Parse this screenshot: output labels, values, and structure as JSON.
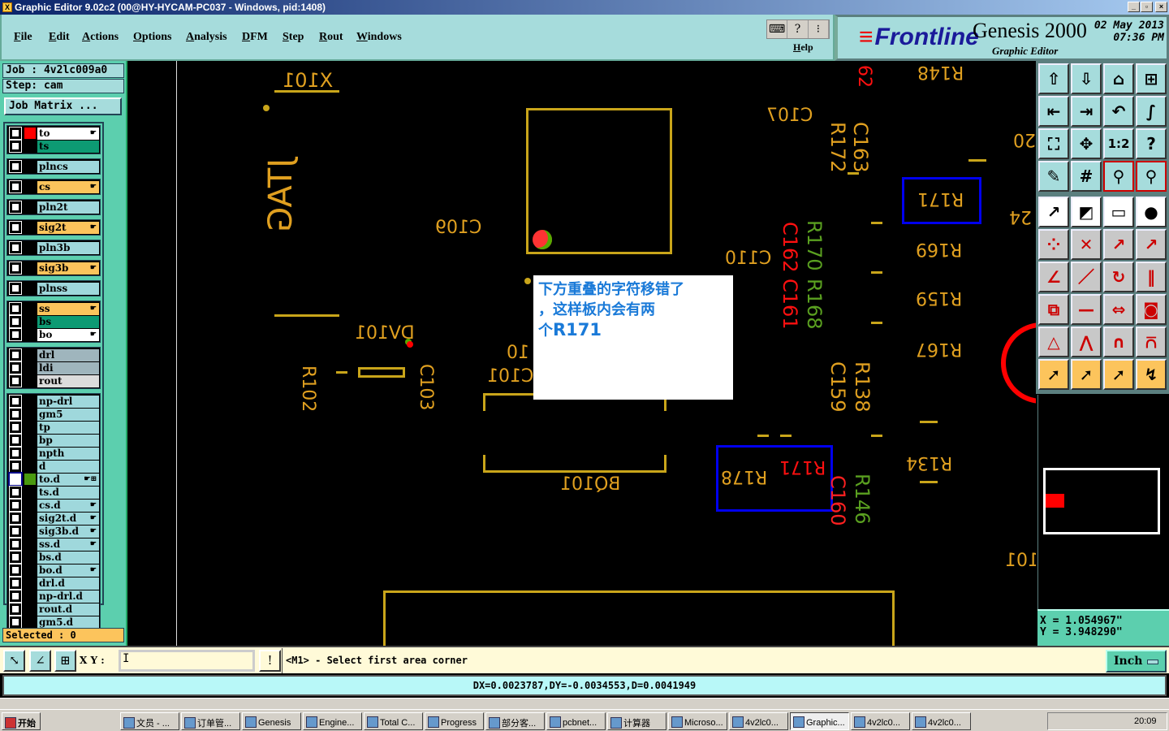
{
  "title": "Graphic Editor 9.02c2 (00@HY-HYCAM-PC037 - Windows, pid:1408)",
  "menu": [
    "File",
    "Edit",
    "Actions",
    "Options",
    "Analysis",
    "DFM",
    "Step",
    "Rout",
    "Windows"
  ],
  "help_label": "Help",
  "brand": {
    "logo": "Frontline",
    "product": "Genesis 2000",
    "subtitle": "Graphic Editor",
    "date": "02 May 2013",
    "time": "07:36 PM"
  },
  "job": {
    "job_label": "Job : 4v2lc009a0",
    "step_label": "Step: cam",
    "matrix_button": "Job Matrix ..."
  },
  "colors": {
    "white": "#ffffff",
    "green": "#0d9a73",
    "cyan": "#9fd8dc",
    "orange": "#fcc45c",
    "gray": "#9fb5bd",
    "lightgray": "#dcdcdc"
  },
  "layer_groups": [
    [
      {
        "name": "to",
        "color": "white",
        "hand": true,
        "swatch": "#ff0000"
      },
      {
        "name": "ts",
        "color": "green"
      }
    ],
    [
      {
        "name": "plncs",
        "color": "cyan"
      }
    ],
    [
      {
        "name": "cs",
        "color": "orange",
        "hand": true
      }
    ],
    [
      {
        "name": "pln2t",
        "color": "cyan"
      }
    ],
    [
      {
        "name": "sig2t",
        "color": "orange",
        "hand": true
      }
    ],
    [
      {
        "name": "pln3b",
        "color": "cyan"
      }
    ],
    [
      {
        "name": "sig3b",
        "color": "orange",
        "hand": true
      }
    ],
    [
      {
        "name": "plnss",
        "color": "cyan"
      }
    ],
    [
      {
        "name": "ss",
        "color": "orange",
        "hand": true
      },
      {
        "name": "bs",
        "color": "green"
      },
      {
        "name": "bo",
        "color": "white",
        "hand": true
      }
    ],
    [
      {
        "name": "drl",
        "color": "gray"
      },
      {
        "name": "ldi",
        "color": "gray"
      },
      {
        "name": "rout",
        "color": "lightgray"
      }
    ],
    [
      {
        "name": "np-drl",
        "color": "cyan"
      },
      {
        "name": "gm5",
        "color": "cyan"
      },
      {
        "name": "tp",
        "color": "cyan"
      },
      {
        "name": "bp",
        "color": "cyan"
      },
      {
        "name": "npth",
        "color": "cyan"
      },
      {
        "name": "d",
        "color": "cyan"
      },
      {
        "name": "to.d",
        "color": "cyan",
        "hand": true,
        "active": true,
        "swatch": "#4a9a10"
      },
      {
        "name": "ts.d",
        "color": "cyan"
      },
      {
        "name": "cs.d",
        "color": "cyan",
        "hand": true
      },
      {
        "name": "sig2t.d",
        "color": "cyan",
        "hand": true
      },
      {
        "name": "sig3b.d",
        "color": "cyan",
        "hand": true
      },
      {
        "name": "ss.d",
        "color": "cyan",
        "hand": true
      },
      {
        "name": "bs.d",
        "color": "cyan"
      },
      {
        "name": "bo.d",
        "color": "cyan",
        "hand": true
      },
      {
        "name": "drl.d",
        "color": "cyan"
      },
      {
        "name": "np-drl.d",
        "color": "cyan"
      },
      {
        "name": "rout.d",
        "color": "cyan"
      },
      {
        "name": "gm5.d",
        "color": "cyan"
      }
    ]
  ],
  "selected_label": "Selected : 0",
  "canvas_labels": [
    {
      "text": "X101",
      "color": "#e0a020"
    },
    {
      "text": "JTAG",
      "color": "#e0a020"
    },
    {
      "text": "C109",
      "color": "#e0a020"
    },
    {
      "text": "C107",
      "color": "#e0a020"
    },
    {
      "text": "C110",
      "color": "#e0a020"
    },
    {
      "text": "DV101",
      "color": "#e0a020"
    },
    {
      "text": "R102",
      "color": "#e0a020"
    },
    {
      "text": "C103",
      "color": "#e0a020"
    },
    {
      "text": "C101",
      "color": "#e0a020"
    },
    {
      "text": "10",
      "color": "#e0a020"
    },
    {
      "text": "BQ101",
      "color": "#e0a020"
    },
    {
      "text": "C163",
      "color": "#e0a020"
    },
    {
      "text": "R172",
      "color": "#e0a020"
    },
    {
      "text": "R148",
      "color": "#e0a020"
    },
    {
      "text": "R171",
      "color": "#e0a020"
    },
    {
      "text": "R169",
      "color": "#e0a020"
    },
    {
      "text": "R159",
      "color": "#e0a020"
    },
    {
      "text": "R167",
      "color": "#e0a020"
    },
    {
      "text": "R134",
      "color": "#e0a020"
    },
    {
      "text": "C159",
      "color": "#e0a020"
    },
    {
      "text": "R138",
      "color": "#e0a020"
    },
    {
      "text": "C160",
      "color": "#ff2020"
    },
    {
      "text": "R146",
      "color": "#5aa020"
    },
    {
      "text": "R171",
      "color": "#ff1010"
    },
    {
      "text": "R178",
      "color": "#e0a020"
    },
    {
      "text": "20",
      "color": "#e0a020"
    },
    {
      "text": "24",
      "color": "#e0a020"
    },
    {
      "text": "C162",
      "color": "#ff1010"
    },
    {
      "text": "R170",
      "color": "#5aa020"
    },
    {
      "text": "C161",
      "color": "#ff1010"
    },
    {
      "text": "R168",
      "color": "#5aa020"
    },
    {
      "text": "101",
      "color": "#e0a020"
    },
    {
      "text": "62",
      "color": "#ff1010"
    }
  ],
  "annotation": {
    "line1": "下方重叠的字符移错了",
    "line2": "，这样板内会有两",
    "line3_prefix": "个",
    "line3_ref": "R171"
  },
  "toolbar_icons": [
    "zoom-home-up-icon",
    "zoom-down-icon",
    "home-icon",
    "grid-xy-icon",
    "pan-left-icon",
    "pan-right-icon",
    "undo-view-icon",
    "snap-icon",
    "zoom-fit-icon",
    "zoom-in-out-icon",
    "scale-1-2-icon",
    "help-icon",
    "tools-palette-icon",
    "grid-icon",
    "net-connect-icon",
    "net-connect-2-icon",
    "move-feature-icon",
    "select-window-icon",
    "ruler-icon",
    "pad-icon",
    "connect-pads-icon",
    "delete-cross-icon",
    "move-pad-icon",
    "move-pad-2-icon",
    "move-line-icon",
    "rotate-line-icon",
    "rotate-icon",
    "mirror-icon",
    "copy-square-icon",
    "line-icon",
    "measure-icon",
    "merge-shape-icon",
    "triangle-icon",
    "triangle-2-icon",
    "arch-icon",
    "arch-2-icon",
    "pointer-icon",
    "pointer-box-icon",
    "pointer-poly-icon",
    "route-pointer-icon"
  ],
  "coords": {
    "x": "X = 1.054967\"",
    "y": "Y = 3.948290\""
  },
  "command": {
    "xy_label": "X Y :",
    "xy_value": "I",
    "prompt": "<M1> - Select first area corner",
    "unit": "Inch"
  },
  "status": "DX=0.0023787,DY=-0.0034553,D=0.0041949",
  "taskbar": {
    "start": "开始",
    "items": [
      "文员 - ...",
      "订单管...",
      "Genesis",
      "Engine...",
      "Total C...",
      "Progress",
      "部分客...",
      "pcbnet...",
      "计算器",
      "Microso...",
      "4v2lc0...",
      "Graphic...",
      "4v2lc0...",
      "4v2lc0..."
    ],
    "clock": "20:09"
  }
}
